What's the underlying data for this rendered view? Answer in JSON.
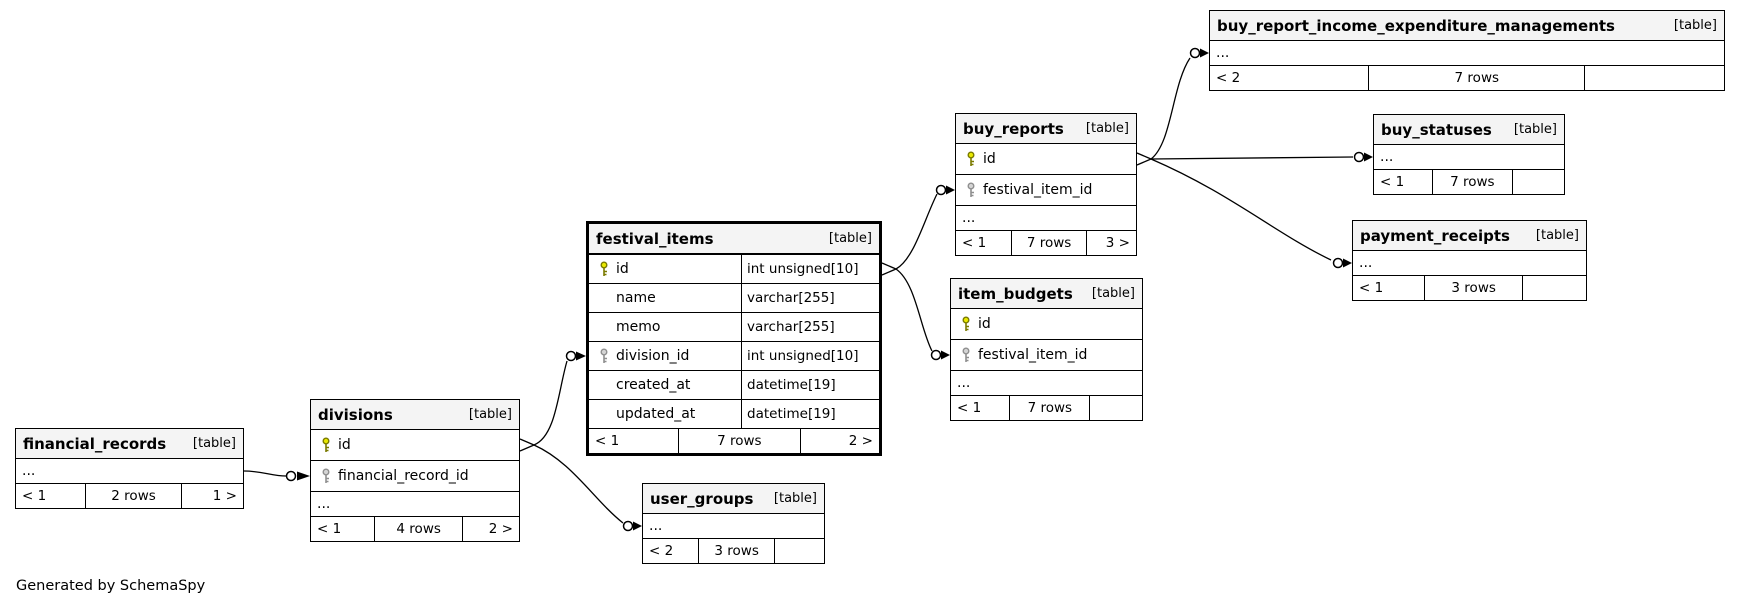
{
  "footer_note": "Generated by SchemaSpy",
  "colors": {
    "primary_key": "#e8e800",
    "foreign_key": "#d4d4d4",
    "header_bg": "#f4f4f4",
    "line": "#000000"
  },
  "tables": [
    {
      "name": "financial_records",
      "tag": "[table]",
      "columns": [
        {
          "name": "..."
        }
      ],
      "pager": {
        "prev": "< 1",
        "rows": "2 rows",
        "next": "1 >"
      }
    },
    {
      "name": "divisions",
      "tag": "[table]",
      "columns": [
        {
          "name": "id",
          "key": "primary"
        },
        {
          "name": "financial_record_id",
          "key": "foreign"
        },
        {
          "name": "..."
        }
      ],
      "pager": {
        "prev": "< 1",
        "rows": "4 rows",
        "next": "2 >"
      }
    },
    {
      "name": "festival_items",
      "tag": "[table]",
      "highlighted": true,
      "columns": [
        {
          "name": "id",
          "type": "int unsigned[10]",
          "key": "primary"
        },
        {
          "name": "name",
          "type": "varchar[255]"
        },
        {
          "name": "memo",
          "type": "varchar[255]"
        },
        {
          "name": "division_id",
          "type": "int unsigned[10]",
          "key": "foreign"
        },
        {
          "name": "created_at",
          "type": "datetime[19]"
        },
        {
          "name": "updated_at",
          "type": "datetime[19]"
        }
      ],
      "pager": {
        "prev": "< 1",
        "rows": "7 rows",
        "next": "2 >"
      }
    },
    {
      "name": "user_groups",
      "tag": "[table]",
      "columns": [
        {
          "name": "..."
        }
      ],
      "pager": {
        "prev": "< 2",
        "rows": "3 rows",
        "next": ""
      }
    },
    {
      "name": "buy_reports",
      "tag": "[table]",
      "columns": [
        {
          "name": "id",
          "key": "primary"
        },
        {
          "name": "festival_item_id",
          "key": "foreign"
        },
        {
          "name": "..."
        }
      ],
      "pager": {
        "prev": "< 1",
        "rows": "7 rows",
        "next": "3 >"
      }
    },
    {
      "name": "item_budgets",
      "tag": "[table]",
      "columns": [
        {
          "name": "id",
          "key": "primary"
        },
        {
          "name": "festival_item_id",
          "key": "foreign"
        },
        {
          "name": "..."
        }
      ],
      "pager": {
        "prev": "< 1",
        "rows": "7 rows",
        "next": ""
      }
    },
    {
      "name": "buy_report_income_expenditure_managements",
      "tag": "[table]",
      "columns": [
        {
          "name": "..."
        }
      ],
      "pager": {
        "prev": "< 2",
        "rows": "7 rows",
        "next": ""
      }
    },
    {
      "name": "buy_statuses",
      "tag": "[table]",
      "columns": [
        {
          "name": "..."
        }
      ],
      "pager": {
        "prev": "< 1",
        "rows": "7 rows",
        "next": ""
      }
    },
    {
      "name": "payment_receipts",
      "tag": "[table]",
      "columns": [
        {
          "name": "..."
        }
      ],
      "pager": {
        "prev": "< 1",
        "rows": "3 rows",
        "next": ""
      }
    }
  ],
  "relationships": [
    {
      "parent": "financial_records",
      "child": "divisions.financial_record_id"
    },
    {
      "parent": "divisions.id",
      "child": "festival_items.division_id"
    },
    {
      "parent": "divisions.id",
      "child": "user_groups"
    },
    {
      "parent": "festival_items.id",
      "child": "buy_reports.festival_item_id"
    },
    {
      "parent": "festival_items.id",
      "child": "item_budgets.festival_item_id"
    },
    {
      "parent": "buy_reports.id",
      "child": "buy_report_income_expenditure_managements"
    },
    {
      "parent": "buy_reports.id",
      "child": "buy_statuses"
    },
    {
      "parent": "buy_reports.id",
      "child": "payment_receipts"
    }
  ]
}
